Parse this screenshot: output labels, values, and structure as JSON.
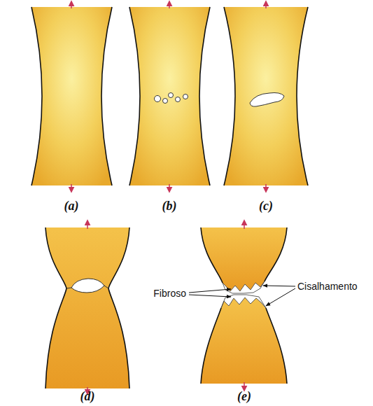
{
  "diagram": {
    "labels": [
      "(a)",
      "(b)",
      "(c)",
      "(d)",
      "(e)",
      "Fibroso",
      "Cisalhamento"
    ]
  }
}
